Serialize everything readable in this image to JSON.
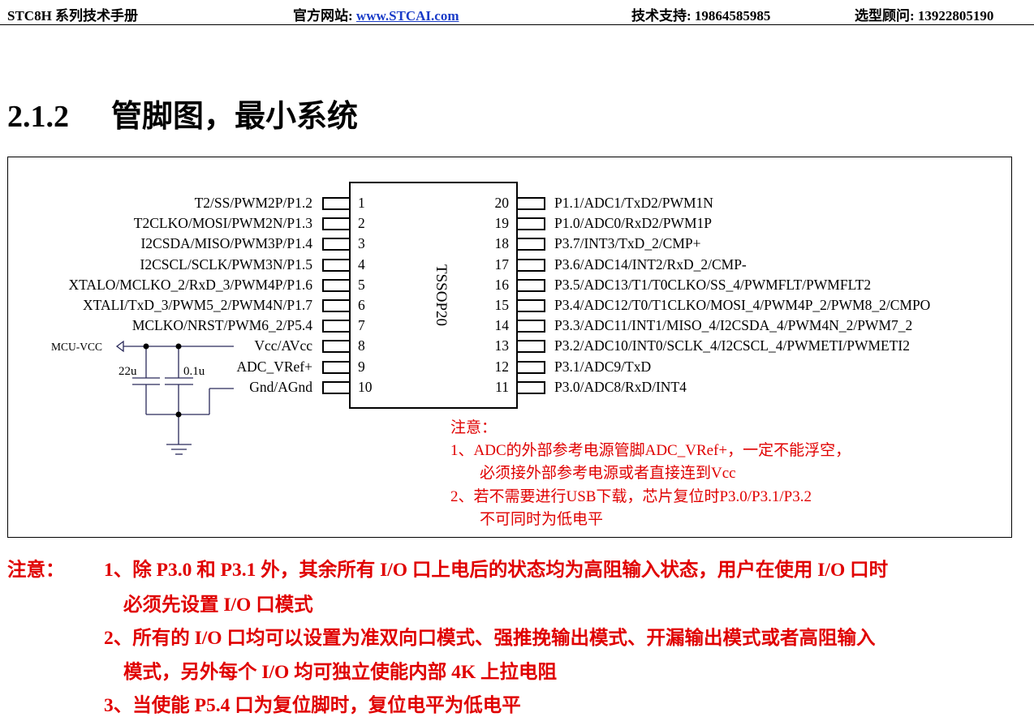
{
  "header": {
    "manual": "STC8H 系列技术手册",
    "site_label": "官方网站: ",
    "site_link": "www.STCAI.com",
    "support": "技术支持: 19864585985",
    "sales": "选型顾问: 13922805190"
  },
  "section": {
    "number": "2.1.2",
    "title": "管脚图，最小系统"
  },
  "chip": {
    "package": "TSSOP20",
    "left_pins": [
      {
        "num": "1",
        "name": "T2/SS/PWM2P/P1.2"
      },
      {
        "num": "2",
        "name": "T2CLKO/MOSI/PWM2N/P1.3"
      },
      {
        "num": "3",
        "name": "I2CSDA/MISO/PWM3P/P1.4"
      },
      {
        "num": "4",
        "name": "I2CSCL/SCLK/PWM3N/P1.5"
      },
      {
        "num": "5",
        "name": "XTALO/MCLKO_2/RxD_3/PWM4P/P1.6"
      },
      {
        "num": "6",
        "name": "XTALI/TxD_3/PWM5_2/PWM4N/P1.7"
      },
      {
        "num": "7",
        "name": "MCLKO/NRST/PWM6_2/P5.4"
      },
      {
        "num": "8",
        "name": "Vcc/AVcc"
      },
      {
        "num": "9",
        "name": "ADC_VRef+"
      },
      {
        "num": "10",
        "name": "Gnd/AGnd"
      }
    ],
    "right_pins": [
      {
        "num": "20",
        "name": "P1.1/ADC1/TxD2/PWM1N"
      },
      {
        "num": "19",
        "name": "P1.0/ADC0/RxD2/PWM1P"
      },
      {
        "num": "18",
        "name": "P3.7/INT3/TxD_2/CMP+"
      },
      {
        "num": "17",
        "name": "P3.6/ADC14/INT2/RxD_2/CMP-"
      },
      {
        "num": "16",
        "name": "P3.5/ADC13/T1/T0CLKO/SS_4/PWMFLT/PWMFLT2"
      },
      {
        "num": "15",
        "name": "P3.4/ADC12/T0/T1CLKO/MOSI_4/PWM4P_2/PWM8_2/CMPO"
      },
      {
        "num": "14",
        "name": "P3.3/ADC11/INT1/MISO_4/I2CSDA_4/PWM4N_2/PWM7_2"
      },
      {
        "num": "13",
        "name": "P3.2/ADC10/INT0/SCLK_4/I2CSCL_4/PWMETI/PWMETI2"
      },
      {
        "num": "12",
        "name": "P3.1/ADC9/TxD"
      },
      {
        "num": "11",
        "name": "P3.0/ADC8/RxD/INT4"
      }
    ]
  },
  "circuit": {
    "vcc_label": "MCU-VCC",
    "cap1": "22u",
    "cap2": "0.1u"
  },
  "diagram_notes": {
    "title": "注意：",
    "lines": [
      "1、ADC的外部参考电源管脚ADC_VRef+，一定不能浮空，",
      "必须接外部参考电源或者直接连到Vcc",
      "2、若不需要进行USB下载，芯片复位时P3.0/P3.1/P3.2",
      "不可同时为低电平"
    ]
  },
  "notes": {
    "title": "注意：",
    "lines": [
      "1、除 P3.0 和 P3.1 外，其余所有 I/O 口上电后的状态均为高阻输入状态，用户在使用 I/O 口时",
      "必须先设置 I/O 口模式",
      "2、所有的 I/O 口均可以设置为准双向口模式、强推挽输出模式、开漏输出模式或者高阻输入",
      "模式，另外每个 I/O 均可独立使能内部 4K 上拉电阻",
      "3、当使能 P5.4 口为复位脚时，复位电平为低电平"
    ]
  },
  "colors": {
    "note_red": "#e00000",
    "link_blue": "#1a3cc8",
    "wire": "#2a2a5a"
  }
}
